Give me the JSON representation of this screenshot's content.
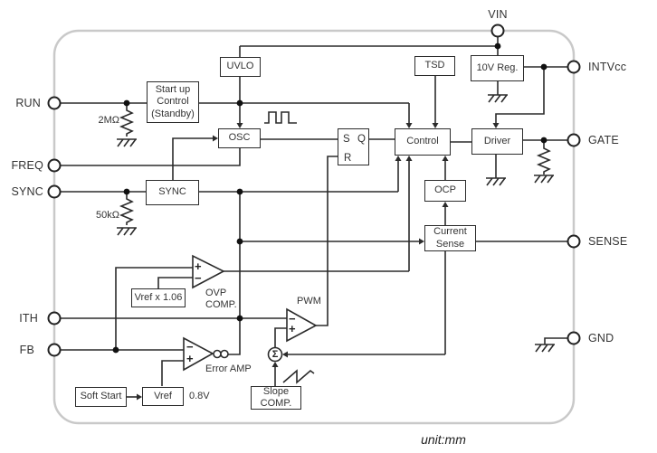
{
  "diagram": {
    "caption": "unit:mm",
    "colors": {
      "line": "#2b2b2b",
      "boundary": "#c9c9c9",
      "background": "#ffffff"
    },
    "pins": {
      "vin": "VIN",
      "run": "RUN",
      "freq": "FREQ",
      "sync": "SYNC",
      "ith": "ITH",
      "fb": "FB",
      "intvcc": "INTVcc",
      "gate": "GATE",
      "sense": "SENSE",
      "gnd": "GND"
    },
    "blocks": {
      "uvlo": "UVLO",
      "tsd": "TSD",
      "reg10v": "10V Reg.",
      "startup": "Start up\nControl\n(Standby)",
      "osc": "OSC",
      "control": "Control",
      "driver": "Driver",
      "sync": "SYNC",
      "ocp": "OCP",
      "current_sense": "Current\nSense",
      "vref106": "Vref x 1.06",
      "soft_start": "Soft Start",
      "vref": "Vref",
      "slope": "Slope\nCOMP."
    },
    "latch": {
      "s": "S",
      "q": "Q",
      "r": "R"
    },
    "labels": {
      "ovp": "OVP\nCOMP.",
      "error_amp": "Error AMP",
      "pwm": "PWM",
      "vref_value": "0.8V",
      "r_run": "2MΩ",
      "r_sync": "50kΩ",
      "sum": "Σ",
      "plus": "+",
      "minus": "−"
    }
  }
}
